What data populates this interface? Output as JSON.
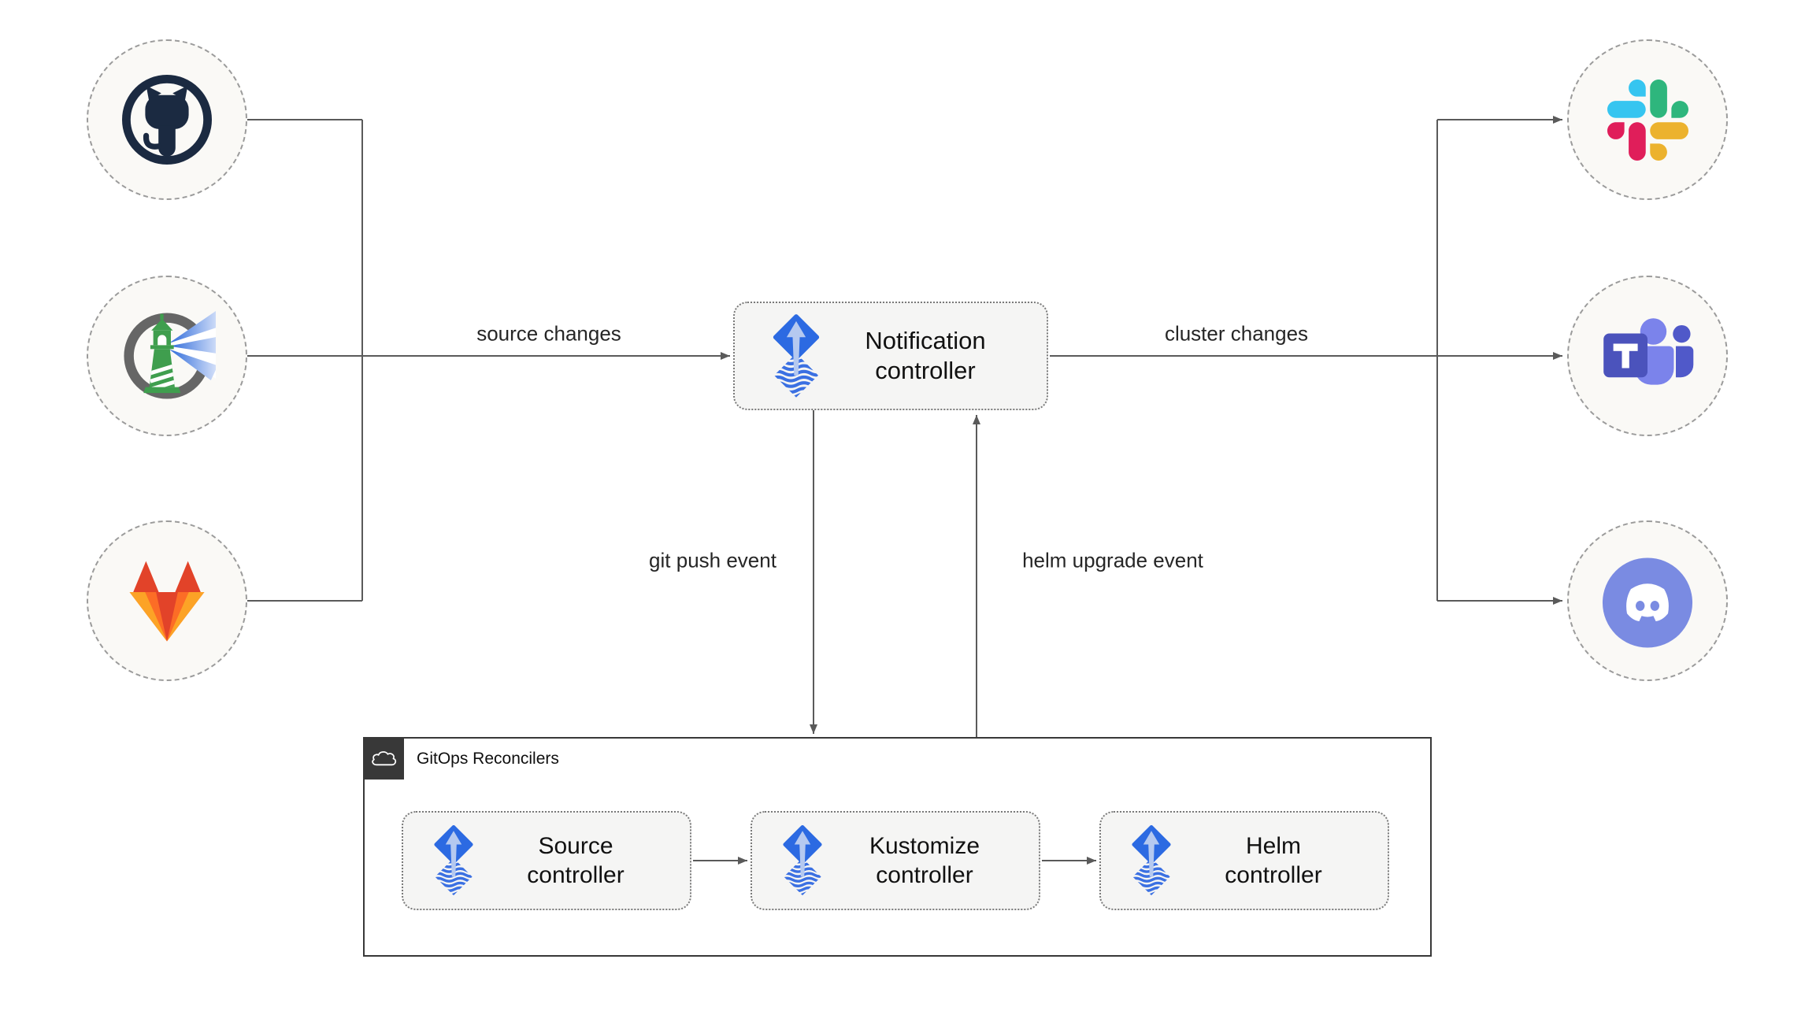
{
  "sources": [
    {
      "name": "GitHub",
      "icon": "github-icon"
    },
    {
      "name": "Harbor",
      "icon": "harbor-icon"
    },
    {
      "name": "GitLab",
      "icon": "gitlab-icon"
    }
  ],
  "receivers": [
    {
      "name": "Slack",
      "icon": "slack-icon"
    },
    {
      "name": "Microsoft Teams",
      "icon": "teams-icon"
    },
    {
      "name": "Discord",
      "icon": "discord-icon"
    }
  ],
  "notification": {
    "label": "Notification\ncontroller",
    "icon": "flux-icon"
  },
  "edges": {
    "source_changes": "source changes",
    "cluster_changes": "cluster changes",
    "git_push": "git push event",
    "helm_upgrade": "helm upgrade event"
  },
  "reconcilers": {
    "title": "GitOps Reconcilers",
    "icon": "cloud-icon",
    "controllers": [
      {
        "label": "Source\ncontroller",
        "icon": "flux-icon"
      },
      {
        "label": "Kustomize\ncontroller",
        "icon": "flux-icon"
      },
      {
        "label": "Helm\ncontroller",
        "icon": "flux-icon"
      }
    ]
  },
  "colors": {
    "connector": "#5a5a5a",
    "node_background": "#f5f5f4",
    "circle_background": "#faf9f6",
    "container_border": "#383838",
    "flux_blue": "#2c6ae2",
    "flux_arrow": "#b5c9f0",
    "flux_stripes": "#3b70e2",
    "github_navy": "#1b2a41",
    "harbor_green": "#3f9e4e",
    "gitlab_red": "#e24329",
    "gitlab_orange": "#fc6d26",
    "gitlab_yellow": "#fca326",
    "slack_blue": "#36c5f0",
    "slack_green": "#2eb67d",
    "slack_red": "#e01e5a",
    "slack_yellow": "#ecb22e",
    "teams_dark": "#4b53bc",
    "teams_light": "#7b83eb",
    "teams_mid": "#5059c9",
    "discord_blurple": "#7a8be2"
  }
}
